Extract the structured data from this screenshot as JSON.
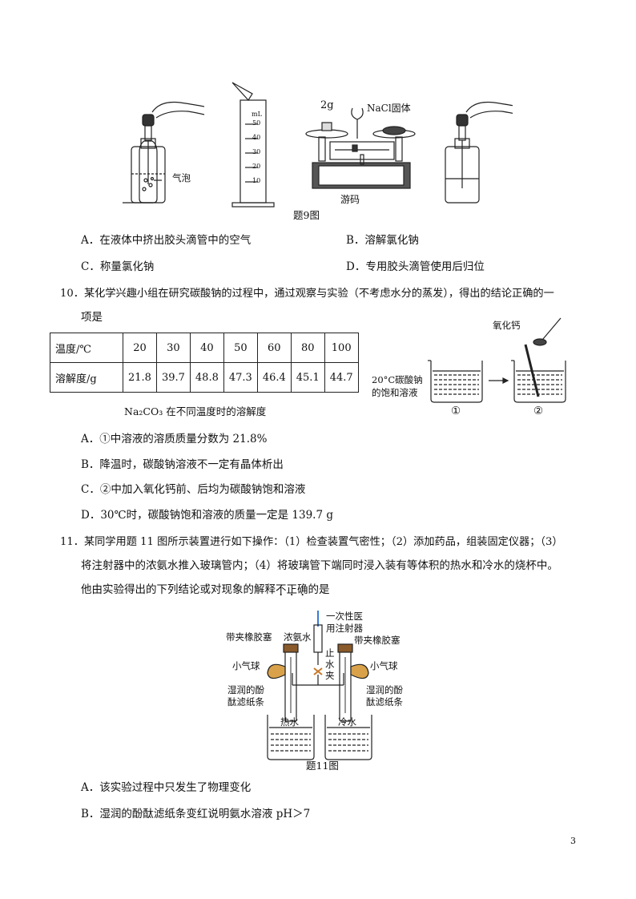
{
  "fig9": {
    "bubble_label": "气泡",
    "cylinder_unit": "mL",
    "cylinder_ticks": [
      "50",
      "40",
      "30",
      "20",
      "10"
    ],
    "weight_label": "2g",
    "nacl_label": "NaCl固体",
    "rider_label": "游码",
    "caption": "题9图"
  },
  "q9_options": {
    "A": "A．在液体中挤出胶头滴管中的空气",
    "B": "B．溶解氯化钠",
    "C": "C．称量氯化钠",
    "D": "D．专用胶头滴管使用后归位"
  },
  "q10": {
    "line1": "10．某化学兴趣小组在研究碳酸钠的过程中，通过观察与实验（不考虑水分的蒸发），得出的结论正确的一",
    "line2": "项是",
    "table": {
      "row1_head": "温度/℃",
      "row2_head": "溶解度/g",
      "temps": [
        "20",
        "30",
        "40",
        "50",
        "60",
        "80",
        "100"
      ],
      "solubility": [
        "21.8",
        "39.7",
        "48.8",
        "47.3",
        "46.4",
        "45.1",
        "44.7"
      ]
    },
    "table_caption": "Na₂CO₃ 在不同温度时的溶解度",
    "fig_cao_label": "氧化钙",
    "fig_solution_label_1": "20°C碳酸钠",
    "fig_solution_label_2": "的饱和溶液",
    "fig_num1": "①",
    "fig_num2": "②",
    "options": {
      "A": "A．①中溶液的溶质质量分数为 21.8%",
      "B": "B．降温时，碳酸钠溶液不一定有晶体析出",
      "C": "C．②中加入氧化钙前、后均为碳酸钠饱和溶液",
      "D": "D．30℃时，碳酸钠饱和溶液的质量一定是 139.7 g"
    }
  },
  "q11": {
    "line1": "11．某同学用题 11 图所示装置进行如下操作：（1）检查装置气密性；（2）添加药品，组装固定仪器；（3）",
    "line2": "将注射器中的浓氨水推入玻璃管内；（4）将玻璃管下端同时浸入装有等体积的热水和冷水的烧杯中。",
    "line3_pre": "他由实验得出的下列结论或对现象的解释",
    "line3_emph": [
      "不",
      "正",
      "确"
    ],
    "line3_post": "的是",
    "fig": {
      "syringe_1": "一次性医",
      "syringe_2": "用注射器",
      "stopper_left": "带夹橡胶塞",
      "ammonia": "浓氨水",
      "stopper_right": "带夹橡胶塞",
      "clamp_1": "止",
      "clamp_2": "水",
      "clamp_3": "夹",
      "balloon_left": "小气球",
      "balloon_right": "小气球",
      "paper_left_1": "湿润的酚",
      "paper_left_2": "酞滤纸条",
      "paper_right_1": "湿润的酚",
      "paper_right_2": "酞滤纸条",
      "hot_water": "热水",
      "cold_water": "冷水",
      "caption": "题11图"
    },
    "options": {
      "A": "A．该实验过程中只发生了物理变化",
      "B": "B．湿润的酚酞滤纸条变红说明氨水溶液 pH＞7"
    }
  },
  "page_number": "3"
}
